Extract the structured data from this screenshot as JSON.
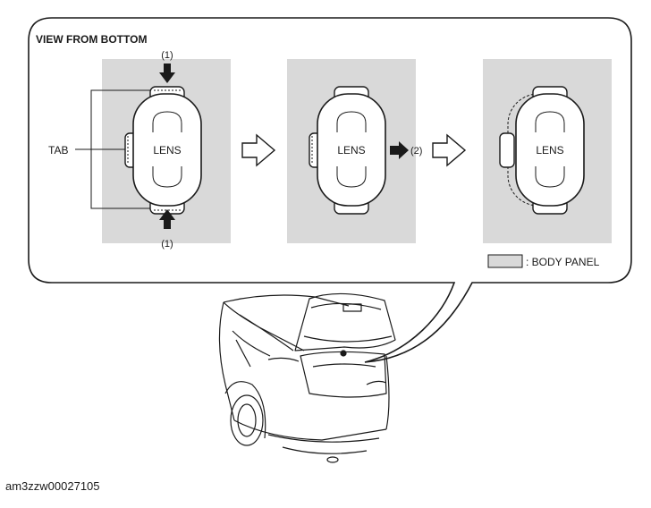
{
  "diagram": {
    "heading": "VIEW FROM BOTTOM",
    "tab_label": "TAB",
    "lens_label": "LENS",
    "step_top": "(1)",
    "step_bottom": "(1)",
    "step_push": "(2)",
    "legend_text": ": BODY PANEL",
    "colors": {
      "panel": "#d9d9d9",
      "line": "#1a1a1a",
      "lens_fill": "#ffffff"
    }
  },
  "footer": {
    "reference_code": "am3zzw00027105"
  }
}
